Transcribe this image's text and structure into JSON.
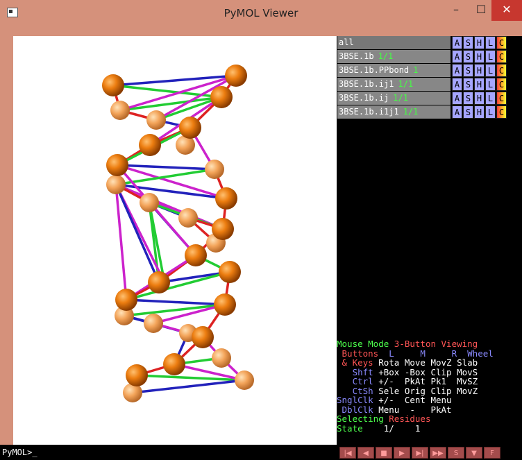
{
  "window": {
    "title": "PyMOL Viewer",
    "minimize_glyph": "–",
    "maximize_glyph": "☐",
    "close_glyph": "✕"
  },
  "command": {
    "prompt": "PyMOL>_"
  },
  "objects": [
    {
      "name": "all",
      "state": ""
    },
    {
      "name": "3BSE.1b",
      "state": "1/1"
    },
    {
      "name": "3BSE.1b.PPbond",
      "state": "1"
    },
    {
      "name": "3BSE.1b.ij1",
      "state": "1/1"
    },
    {
      "name": "3BSE.1b.ij",
      "state": "1/1"
    },
    {
      "name": "3BSE.1b.i1j1",
      "state": "1/1"
    }
  ],
  "object_buttons": {
    "A": "A",
    "S": "S",
    "H": "H",
    "L": "L",
    "C": "C"
  },
  "mouse_mode": {
    "line1_label": "Mouse Mode ",
    "line1_value": "3-Button Viewing",
    "buttons_label": " Buttons",
    "buttons_cols": "  L     M     R  Wheel",
    "keys_label": " & Keys",
    "keys_row": " Rota Move MovZ Slab",
    "shft_label": "   Shft",
    "shft_row": " +Box -Box Clip MovS",
    "ctrl_label": "   Ctrl",
    "ctrl_row": " +/-  PkAt Pk1  MvSZ",
    "ctsh_label": "   CtSh",
    "ctsh_row": " Sele Orig Clip MovZ",
    "sngl_label": "SnglClk",
    "sngl_row": " +/-  Cent Menu",
    "dbl_label": " DblClk",
    "dbl_row": " Menu  -   PkAt",
    "selecting_label": "Selecting ",
    "selecting_value": "Residues",
    "state_label": "State",
    "state_value": "    1/    1"
  },
  "vcr": [
    "|◀",
    "◀",
    "■",
    "▶",
    "▶|",
    "▶▶",
    "S",
    "▼",
    "F"
  ],
  "colors": {
    "background": "#d5917b",
    "sphere_dark": "#e07000",
    "sphere_light": "#f4a860",
    "bond_red": "#dd2222",
    "bond_blue": "#2222bb",
    "bond_green": "#22cc33",
    "bond_magenta": "#cc22cc"
  }
}
